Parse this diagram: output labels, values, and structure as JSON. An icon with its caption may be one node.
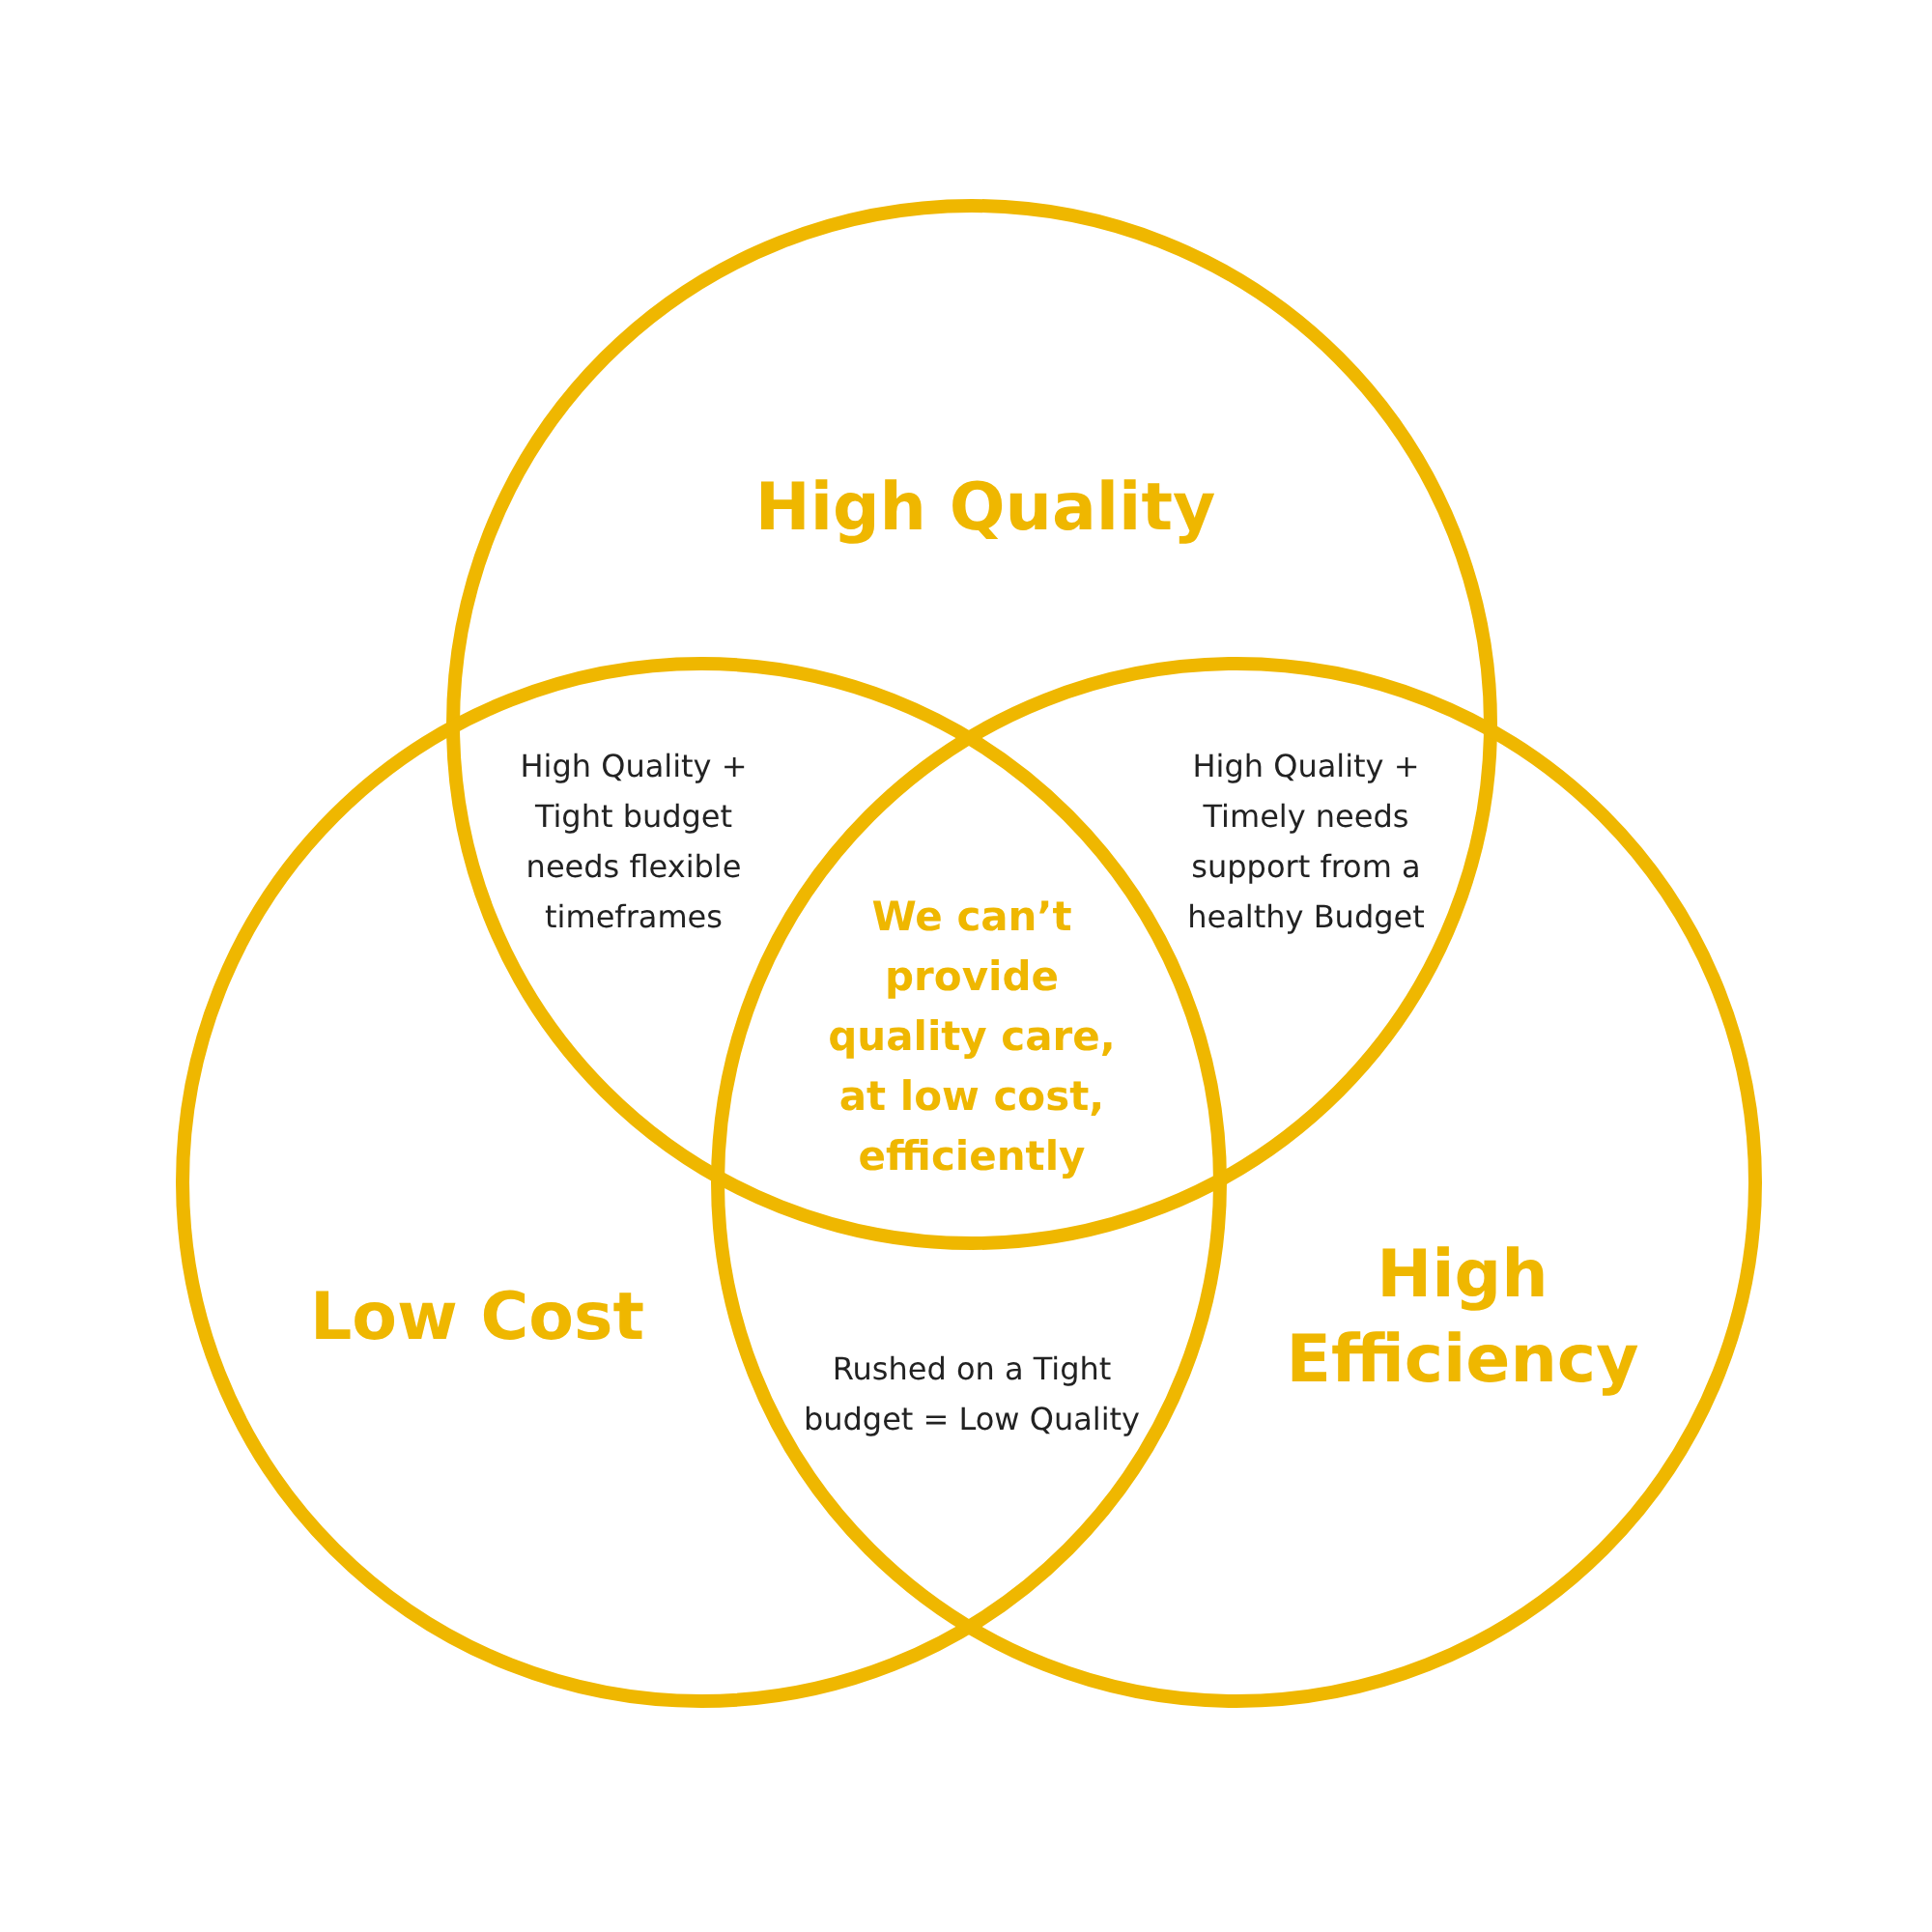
{
  "diagram": {
    "nodes": [
      {
        "text": [
          "High Quality"
        ]
      },
      {
        "text": [
          "Low Cost"
        ]
      },
      {
        "text": [
          "High Efficiency"
        ]
      }
    ],
    "labels": [
      "High Quality + Tight budget needs flexible timeframes",
      "High Quality + Timely needs support from a healthy Budget",
      "We can’t provide quality care, at low cost, efficiently",
      "Rushed on a Tight budget = Low Quality"
    ]
  }
}
